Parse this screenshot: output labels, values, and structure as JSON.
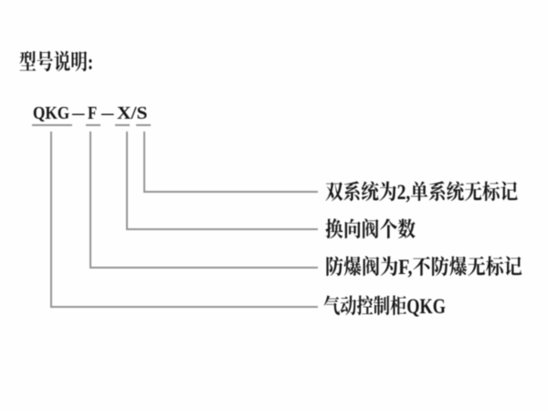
{
  "title": "型号说明:",
  "model": {
    "parts": [
      "QKG",
      "—",
      "F",
      "—",
      "X/S"
    ]
  },
  "legend": [
    {
      "label": "双系统为2,单系统无标记"
    },
    {
      "label": "换向阀个数"
    },
    {
      "label": "防爆阀为F,不防爆无标记"
    },
    {
      "label": "气动控制柜QKG"
    }
  ],
  "colors": {
    "text": "#161616",
    "line": "#949494",
    "background": "#fefefe"
  }
}
